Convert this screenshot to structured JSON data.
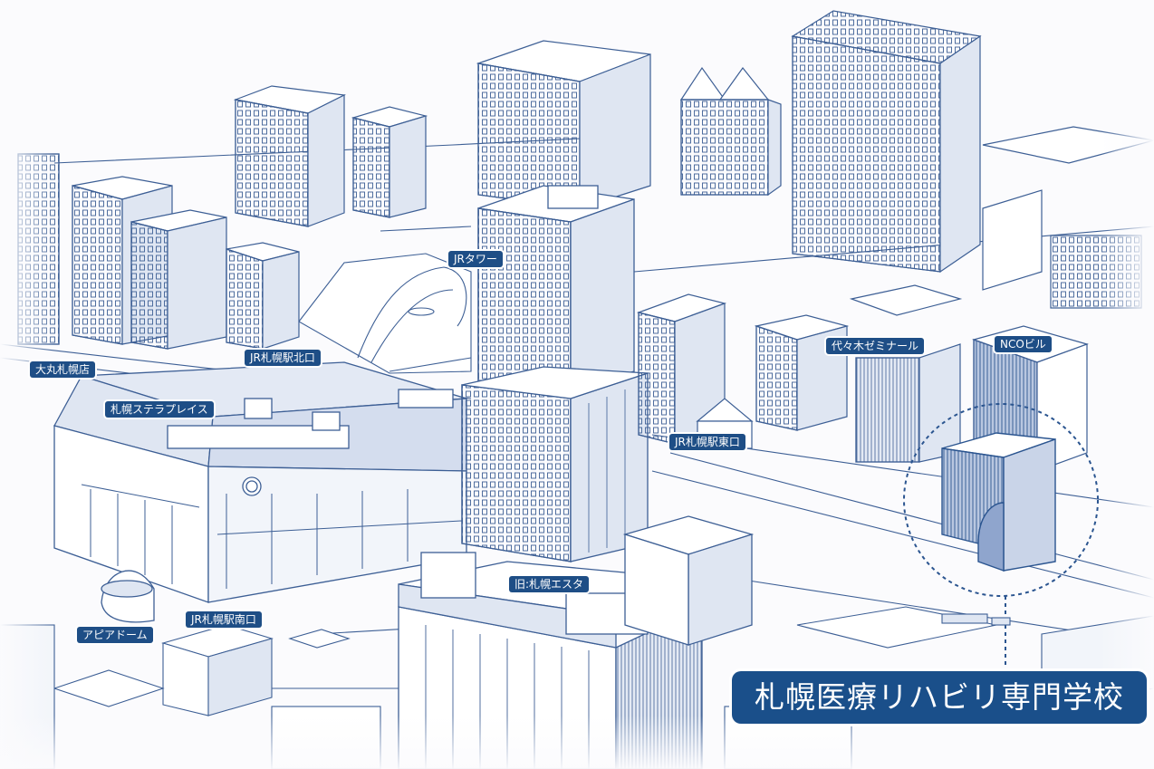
{
  "map": {
    "labels": {
      "jr_tower": "JRタワー",
      "daimaru": "大丸札幌店",
      "north_exit": "JR札幌駅北口",
      "stellar_place": "札幌ステラプレイス",
      "east_exit": "JR札幌駅東口",
      "yoyogi_seminar": "代々木ゼミナール",
      "nco_building": "NCOビル",
      "old_esta": "旧:札幌エスタ",
      "apia_dome": "アピアドーム",
      "south_exit": "JR札幌駅南口"
    },
    "destination": "札幌医療リハビリ専門学校"
  },
  "colors": {
    "label_bg": "#1e4e86",
    "line": "#3d5f95",
    "fill": "#ffffff",
    "tint": "#dfe6f2",
    "highlight": "#2b5590"
  }
}
